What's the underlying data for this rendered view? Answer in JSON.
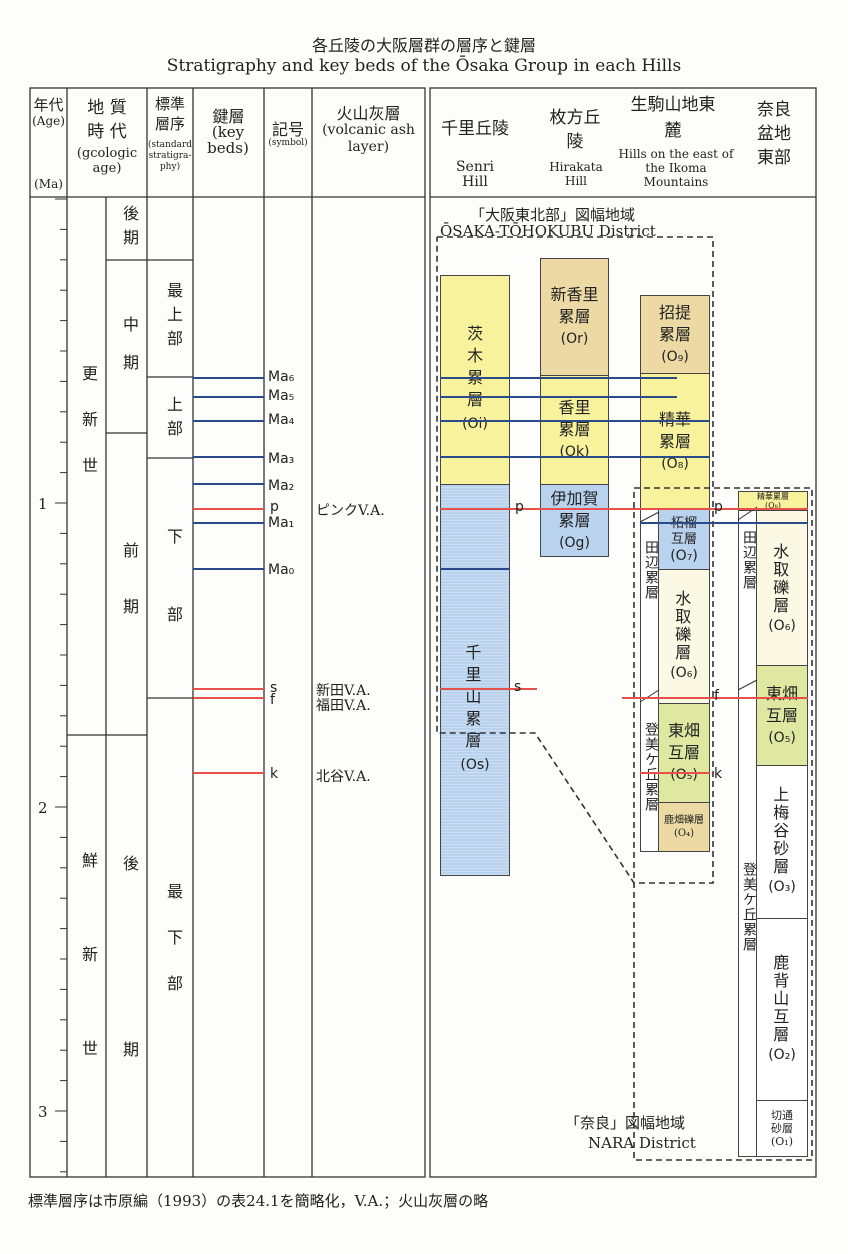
{
  "title_ja": "各丘陵の大阪層群の層序と鍵層",
  "title_en": "Stratigraphy and key beds of the Ōsaka Group in each Hills",
  "left_headers": {
    "age": "年代",
    "age_en": "(Age)",
    "age_unit": "(Ma)",
    "geo": "地 質\n時 代",
    "geo_en": "(gcologic age)",
    "std": "標準層序",
    "std_en": "(standard stratigra-phy)",
    "key": "鍵層",
    "key_en": "(key beds)",
    "sym": "記号",
    "sym_en": "(symbol)",
    "ash": "火山灰層",
    "ash_en": "(volcanic ash layer)"
  },
  "age_ticks": [
    "1",
    "2",
    "3"
  ],
  "epochs": [
    "更新世",
    "鮮新世"
  ],
  "sub_epochs": [
    "後期",
    "中期",
    "前期",
    "後期"
  ],
  "standard": [
    "最上部",
    "上部",
    "下部",
    "最下部"
  ],
  "symbols": [
    "Ma₆",
    "Ma₅",
    "Ma₄",
    "Ma₃",
    "Ma₂",
    "p",
    "Ma₁",
    "Ma₀",
    "s",
    "f",
    "k"
  ],
  "ash_layers": {
    "p": "ピンクV.A.",
    "s": "新田V.A.",
    "f": "福田V.A.",
    "k": "北谷V.A."
  },
  "right_headers": {
    "senri": "千里丘陵",
    "senri_en": "Senri Hill",
    "hirakata": "枚方丘陵",
    "hirakata_en": "Hirakata Hill",
    "ikoma": "生駒山地東麓",
    "ikoma_en": "Hills on the east of the Ikoma Mountains",
    "nara": "奈良盆地東部"
  },
  "districts": {
    "osaka_ja": "「大阪東北部」図幅地域",
    "osaka_en": "ŌSAKA-TŌHOKUBU District",
    "nara_ja": "「奈良」図幅地域",
    "nara_en": "NARA District"
  },
  "senri": {
    "ibaraki": "茨木累層",
    "ibaraki_code": "(Oi)",
    "senriyama": "千里山累層",
    "senriyama_code": "(Os)"
  },
  "hirakata": {
    "shinkori": "新香里累層",
    "shinkori_code": "(Or)",
    "kori": "香里累層",
    "kori_code": "(Ok)",
    "ikaga": "伊加賀累層",
    "ikaga_code": "(Og)"
  },
  "ikoma": {
    "shodai": "招提累層",
    "shodai_code": "(O₉)",
    "seika": "精華累層",
    "seika_code": "(O₈)",
    "zakuro": "柘榴互層",
    "zakuro_code": "(O₇)",
    "mizutori": "水取礫層",
    "mizutori_code": "(O₆)",
    "higashihata": "東畑互層",
    "higashihata_code": "(O₅)",
    "shikahata": "鹿畑礫層",
    "shikahata_code": "(O₄)",
    "tanabe": "田辺累層",
    "tomigaoka": "登美ケ丘累層"
  },
  "nara": {
    "seika": "精華累層",
    "seika_code": "(O₈)",
    "mizutori": "水取礫層",
    "mizutori_code": "(O₆)",
    "higashihata": "東畑互層",
    "higashihata_code": "(O₅)",
    "kamiumedani": "上梅谷砂層",
    "kamiumedani_code": "(O₃)",
    "kasegiyama": "鹿背山互層",
    "kasegiyama_code": "(O₂)",
    "kiritoshi": "切通砂層",
    "kiritoshi_code": "(O₁)",
    "tanabe": "田辺累層",
    "tomigaoka": "登美ケ丘累層"
  },
  "right_labels": {
    "p": "p",
    "s": "s",
    "f": "f",
    "k": "k"
  },
  "footnote": "標準層序は市原編（1993）の表24.1を簡略化，V.A.；火山灰層の略",
  "colors": {
    "blue_line": "#2b4a8a",
    "red_line": "#e8504a"
  }
}
